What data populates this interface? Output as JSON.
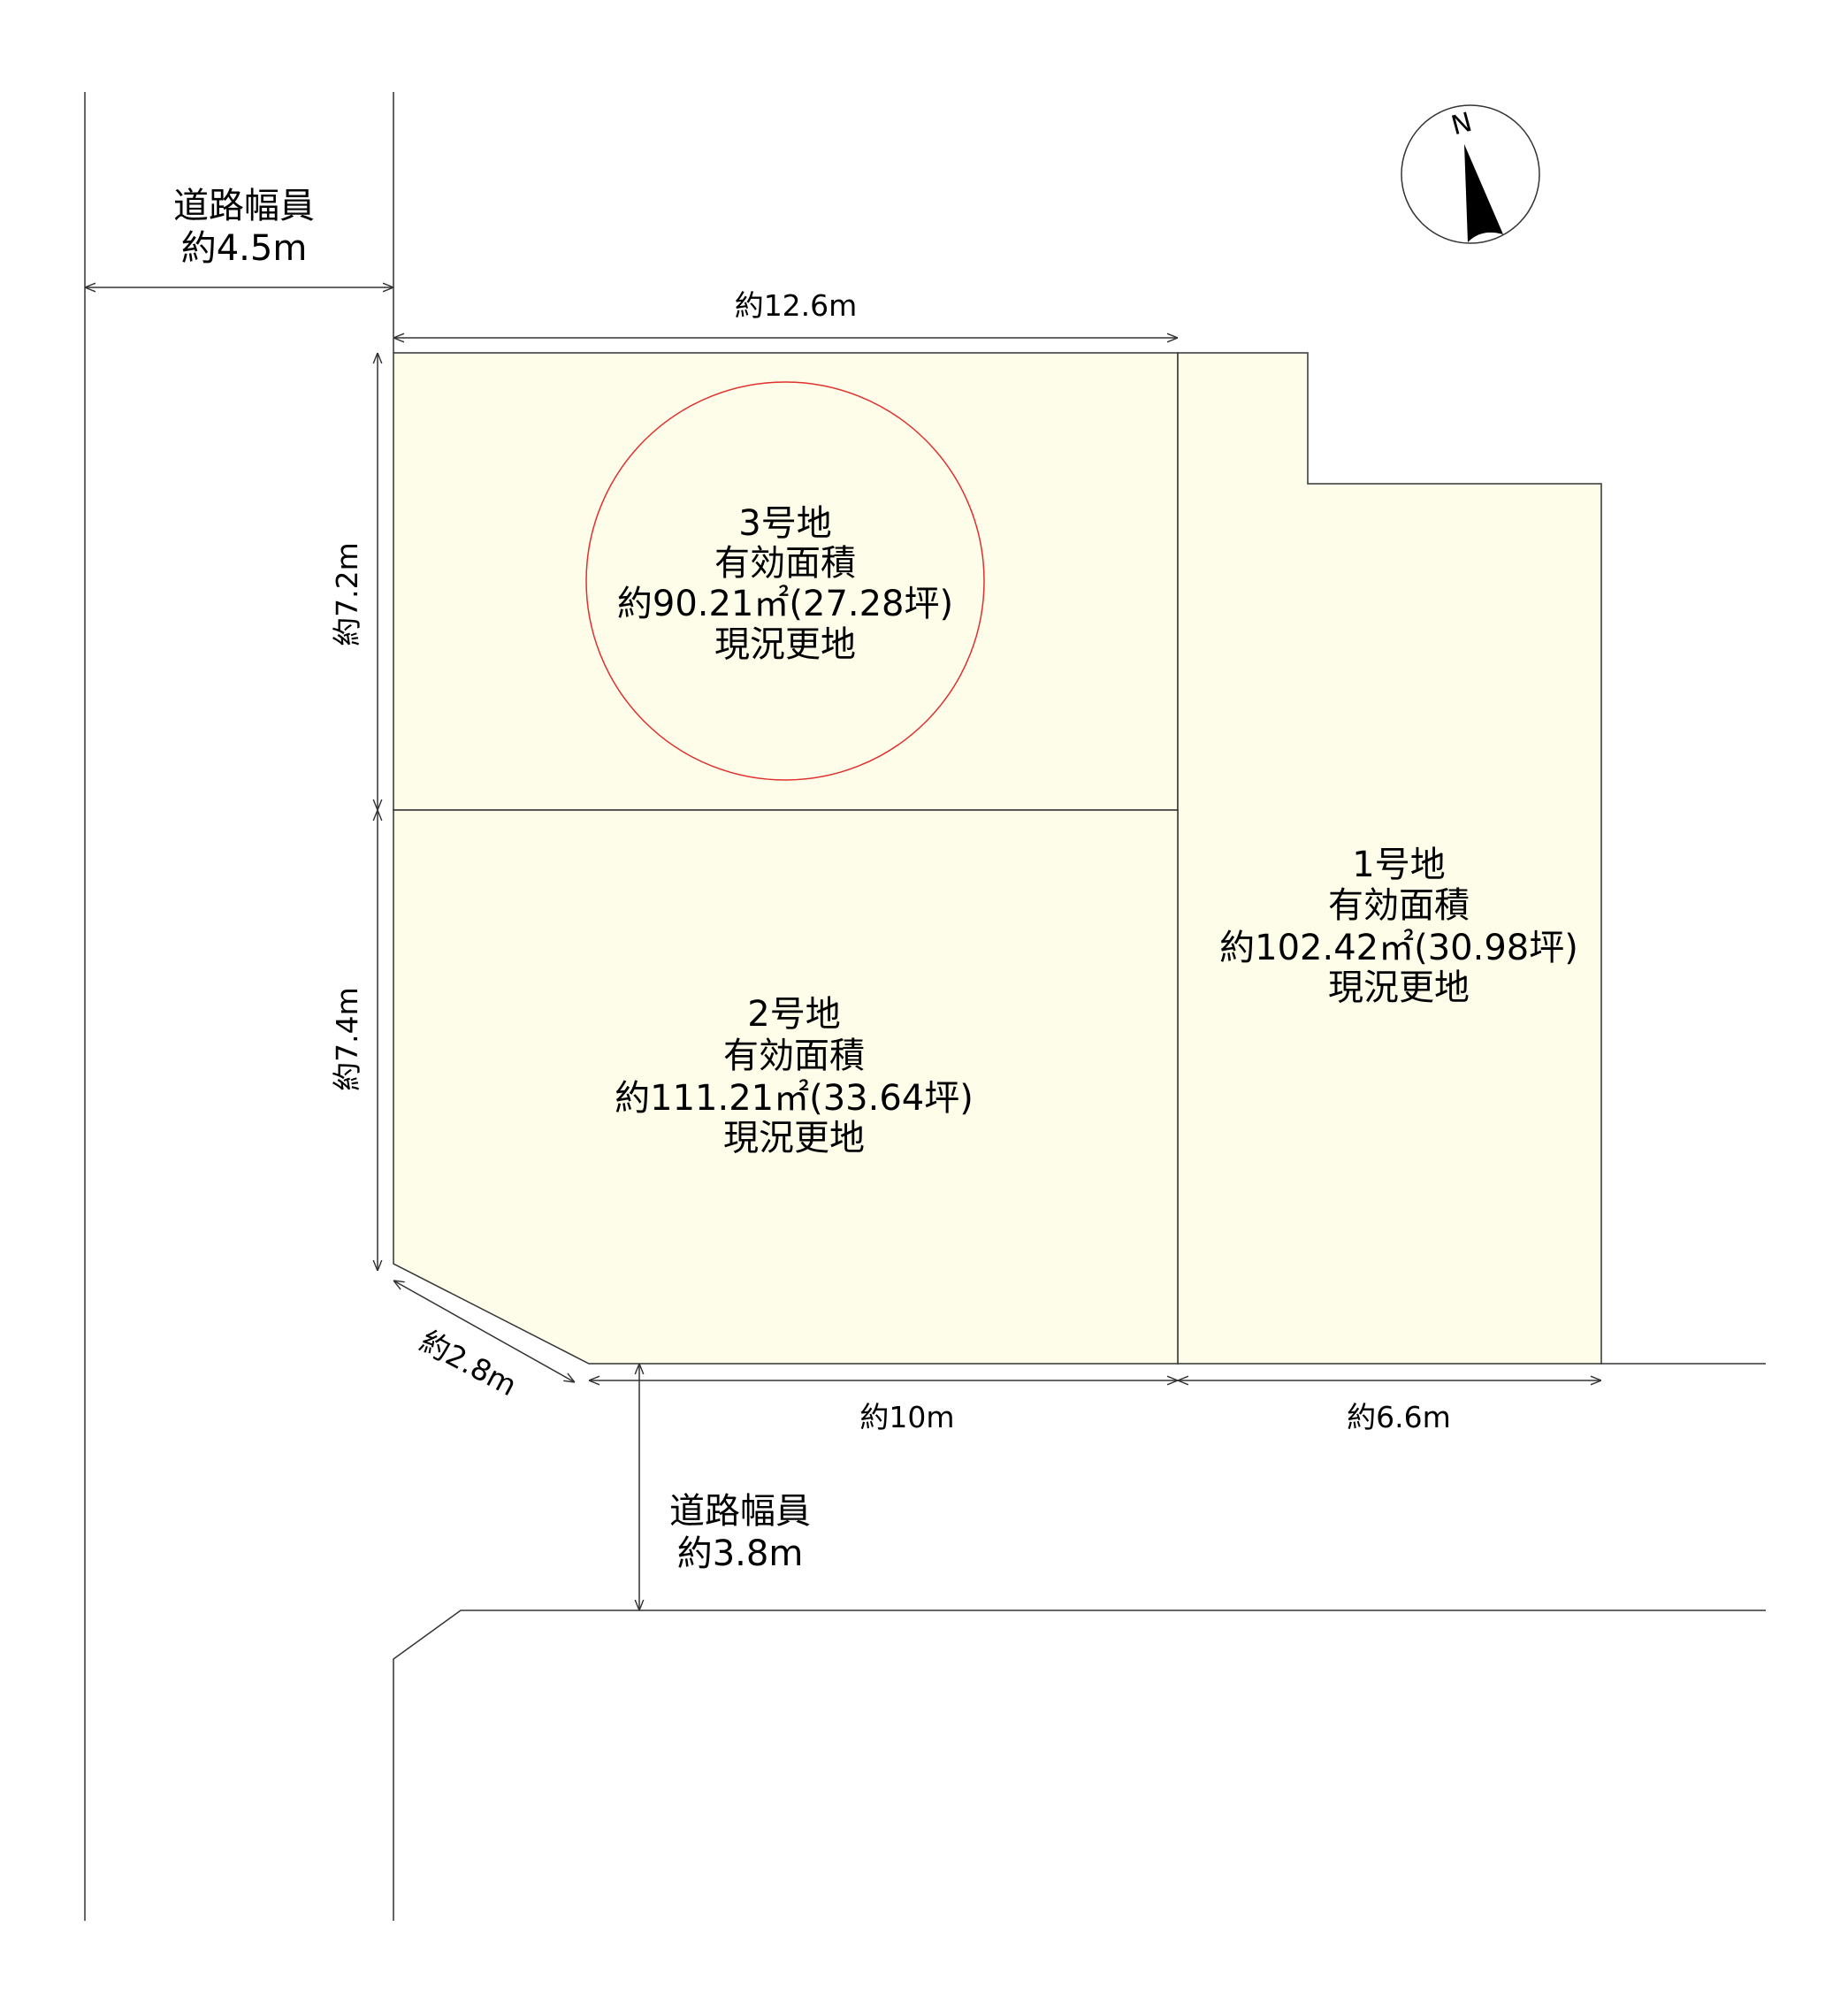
{
  "colors": {
    "lot_fill": "#fdfde9",
    "highlight_circle": "#e03030",
    "line": "#333333"
  },
  "compass": {
    "label": "N",
    "icon": "north-arrow-icon"
  },
  "roads": {
    "west": {
      "title": "道路幅員",
      "width": "約4.5m"
    },
    "south": {
      "title": "道路幅員",
      "width": "約3.8m"
    }
  },
  "dimensions": {
    "top": "約12.6m",
    "left_upper": "約7.2m",
    "left_lower": "約7.4m",
    "corner_cut": "約2.8m",
    "bottom_left": "約10m",
    "bottom_right": "約6.6m"
  },
  "lots": [
    {
      "name": "1号地",
      "area_label": "有効面積",
      "area": "約102.42㎡(30.98坪)",
      "status": "現況更地"
    },
    {
      "name": "2号地",
      "area_label": "有効面積",
      "area": "約111.21㎡(33.64坪)",
      "status": "現況更地"
    },
    {
      "name": "3号地",
      "area_label": "有効面積",
      "area": "約90.21㎡(27.28坪)",
      "status": "現況更地",
      "highlighted": true
    }
  ]
}
